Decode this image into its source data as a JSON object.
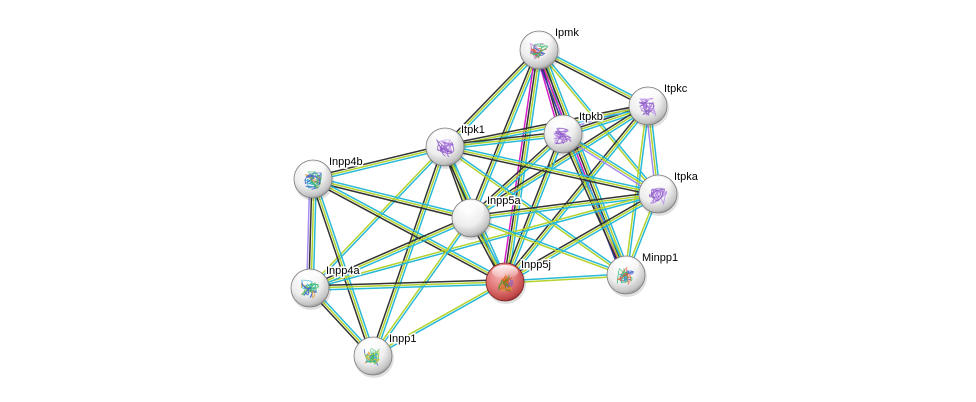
{
  "title": "Protein interaction network",
  "edge_colors": {
    "database": "#29b9d8",
    "textmining": "#b5d32c",
    "coexpression": "#333333",
    "experiments": "#d620c8",
    "homology": "#a48cf0",
    "pathway": "#3636ad"
  },
  "nodes": [
    {
      "id": "Ipmk",
      "label": "Ipmk",
      "color": "white",
      "structure": true,
      "query": false
    },
    {
      "id": "Itpkc",
      "label": "Itpkc",
      "color": "white",
      "structure": true,
      "query": false
    },
    {
      "id": "Itpkb",
      "label": "Itpkb",
      "color": "white",
      "structure": true,
      "query": false
    },
    {
      "id": "Itpk1",
      "label": "Itpk1",
      "color": "white",
      "structure": true,
      "query": false
    },
    {
      "id": "Inpp4b",
      "label": "Inpp4b",
      "color": "white",
      "structure": true,
      "query": false
    },
    {
      "id": "Itpka",
      "label": "Itpka",
      "color": "white",
      "structure": true,
      "query": false
    },
    {
      "id": "Inpp5a",
      "label": "Inpp5a",
      "color": "white",
      "structure": false,
      "query": false
    },
    {
      "id": "Inpp5j",
      "label": "Inpp5j",
      "color": "red",
      "structure": true,
      "query": true
    },
    {
      "id": "Minpp1",
      "label": "Minpp1",
      "color": "white",
      "structure": true,
      "query": false
    },
    {
      "id": "Inpp4a",
      "label": "Inpp4a",
      "color": "white",
      "structure": true,
      "query": false
    },
    {
      "id": "Inpp1",
      "label": "Inpp1",
      "color": "white",
      "structure": true,
      "query": false
    }
  ],
  "edges": [
    {
      "a": "Ipmk",
      "b": "Itpkc",
      "types": [
        "database",
        "textmining",
        "coexpression"
      ]
    },
    {
      "a": "Ipmk",
      "b": "Itpkb",
      "types": [
        "database",
        "textmining",
        "coexpression",
        "experiments"
      ]
    },
    {
      "a": "Ipmk",
      "b": "Itpk1",
      "types": [
        "database",
        "textmining",
        "coexpression"
      ]
    },
    {
      "a": "Ipmk",
      "b": "Inpp5a",
      "types": [
        "database",
        "textmining",
        "coexpression"
      ]
    },
    {
      "a": "Ipmk",
      "b": "Inpp5j",
      "types": [
        "database",
        "textmining",
        "coexpression",
        "experiments"
      ]
    },
    {
      "a": "Ipmk",
      "b": "Minpp1",
      "types": [
        "database",
        "textmining",
        "coexpression",
        "experiments",
        "pathway"
      ]
    },
    {
      "a": "Ipmk",
      "b": "Itpka",
      "types": [
        "database",
        "textmining"
      ]
    },
    {
      "a": "Itpkc",
      "b": "Itpkb",
      "types": [
        "database",
        "textmining",
        "coexpression",
        "homology"
      ]
    },
    {
      "a": "Itpkc",
      "b": "Itpk1",
      "types": [
        "database",
        "textmining",
        "coexpression"
      ]
    },
    {
      "a": "Itpkc",
      "b": "Itpka",
      "types": [
        "database",
        "textmining",
        "homology"
      ]
    },
    {
      "a": "Itpkc",
      "b": "Inpp5a",
      "types": [
        "database",
        "textmining",
        "coexpression"
      ]
    },
    {
      "a": "Itpkc",
      "b": "Inpp5j",
      "types": [
        "database",
        "textmining",
        "coexpression"
      ]
    },
    {
      "a": "Itpkc",
      "b": "Minpp1",
      "types": [
        "database",
        "textmining"
      ]
    },
    {
      "a": "Itpkb",
      "b": "Itpk1",
      "types": [
        "database",
        "textmining",
        "coexpression"
      ]
    },
    {
      "a": "Itpkb",
      "b": "Itpka",
      "types": [
        "database",
        "textmining",
        "homology"
      ]
    },
    {
      "a": "Itpkb",
      "b": "Inpp5a",
      "types": [
        "database",
        "textmining",
        "coexpression"
      ]
    },
    {
      "a": "Itpkb",
      "b": "Inpp5j",
      "types": [
        "database",
        "textmining",
        "coexpression"
      ]
    },
    {
      "a": "Itpkb",
      "b": "Minpp1",
      "types": [
        "database",
        "textmining",
        "coexpression"
      ]
    },
    {
      "a": "Itpk1",
      "b": "Inpp4b",
      "types": [
        "database",
        "textmining",
        "coexpression"
      ]
    },
    {
      "a": "Itpk1",
      "b": "Itpka",
      "types": [
        "database",
        "textmining",
        "coexpression"
      ]
    },
    {
      "a": "Itpk1",
      "b": "Inpp5a",
      "types": [
        "database",
        "textmining",
        "coexpression"
      ]
    },
    {
      "a": "Itpk1",
      "b": "Inpp5j",
      "types": [
        "database",
        "textmining",
        "coexpression"
      ]
    },
    {
      "a": "Itpk1",
      "b": "Minpp1",
      "types": [
        "database",
        "textmining"
      ]
    },
    {
      "a": "Itpk1",
      "b": "Inpp4a",
      "types": [
        "database",
        "textmining"
      ]
    },
    {
      "a": "Itpk1",
      "b": "Inpp1",
      "types": [
        "database",
        "textmining",
        "coexpression"
      ]
    },
    {
      "a": "Inpp4b",
      "b": "Inpp5a",
      "types": [
        "database",
        "textmining",
        "coexpression"
      ]
    },
    {
      "a": "Inpp4b",
      "b": "Inpp5j",
      "types": [
        "database",
        "textmining",
        "coexpression"
      ]
    },
    {
      "a": "Inpp4b",
      "b": "Inpp4a",
      "types": [
        "database",
        "textmining",
        "coexpression",
        "homology"
      ]
    },
    {
      "a": "Inpp4b",
      "b": "Inpp1",
      "types": [
        "database",
        "textmining",
        "coexpression"
      ]
    },
    {
      "a": "Itpka",
      "b": "Inpp5a",
      "types": [
        "database",
        "textmining",
        "coexpression"
      ]
    },
    {
      "a": "Itpka",
      "b": "Inpp5j",
      "types": [
        "database",
        "textmining",
        "coexpression"
      ]
    },
    {
      "a": "Itpka",
      "b": "Minpp1",
      "types": [
        "database",
        "textmining"
      ]
    },
    {
      "a": "Itpka",
      "b": "Inpp4a",
      "types": [
        "database",
        "textmining"
      ]
    },
    {
      "a": "Inpp5a",
      "b": "Inpp5j",
      "types": [
        "database",
        "textmining",
        "coexpression"
      ]
    },
    {
      "a": "Inpp5a",
      "b": "Minpp1",
      "types": [
        "database",
        "textmining"
      ]
    },
    {
      "a": "Inpp5a",
      "b": "Inpp4a",
      "types": [
        "database",
        "textmining",
        "coexpression"
      ]
    },
    {
      "a": "Inpp5a",
      "b": "Inpp1",
      "types": [
        "database",
        "textmining"
      ]
    },
    {
      "a": "Inpp5j",
      "b": "Minpp1",
      "types": [
        "database",
        "textmining"
      ]
    },
    {
      "a": "Inpp5j",
      "b": "Inpp4a",
      "types": [
        "database",
        "textmining",
        "coexpression"
      ]
    },
    {
      "a": "Inpp5j",
      "b": "Inpp1",
      "types": [
        "database",
        "textmining"
      ]
    },
    {
      "a": "Inpp4a",
      "b": "Inpp1",
      "types": [
        "database",
        "textmining",
        "coexpression"
      ]
    }
  ]
}
